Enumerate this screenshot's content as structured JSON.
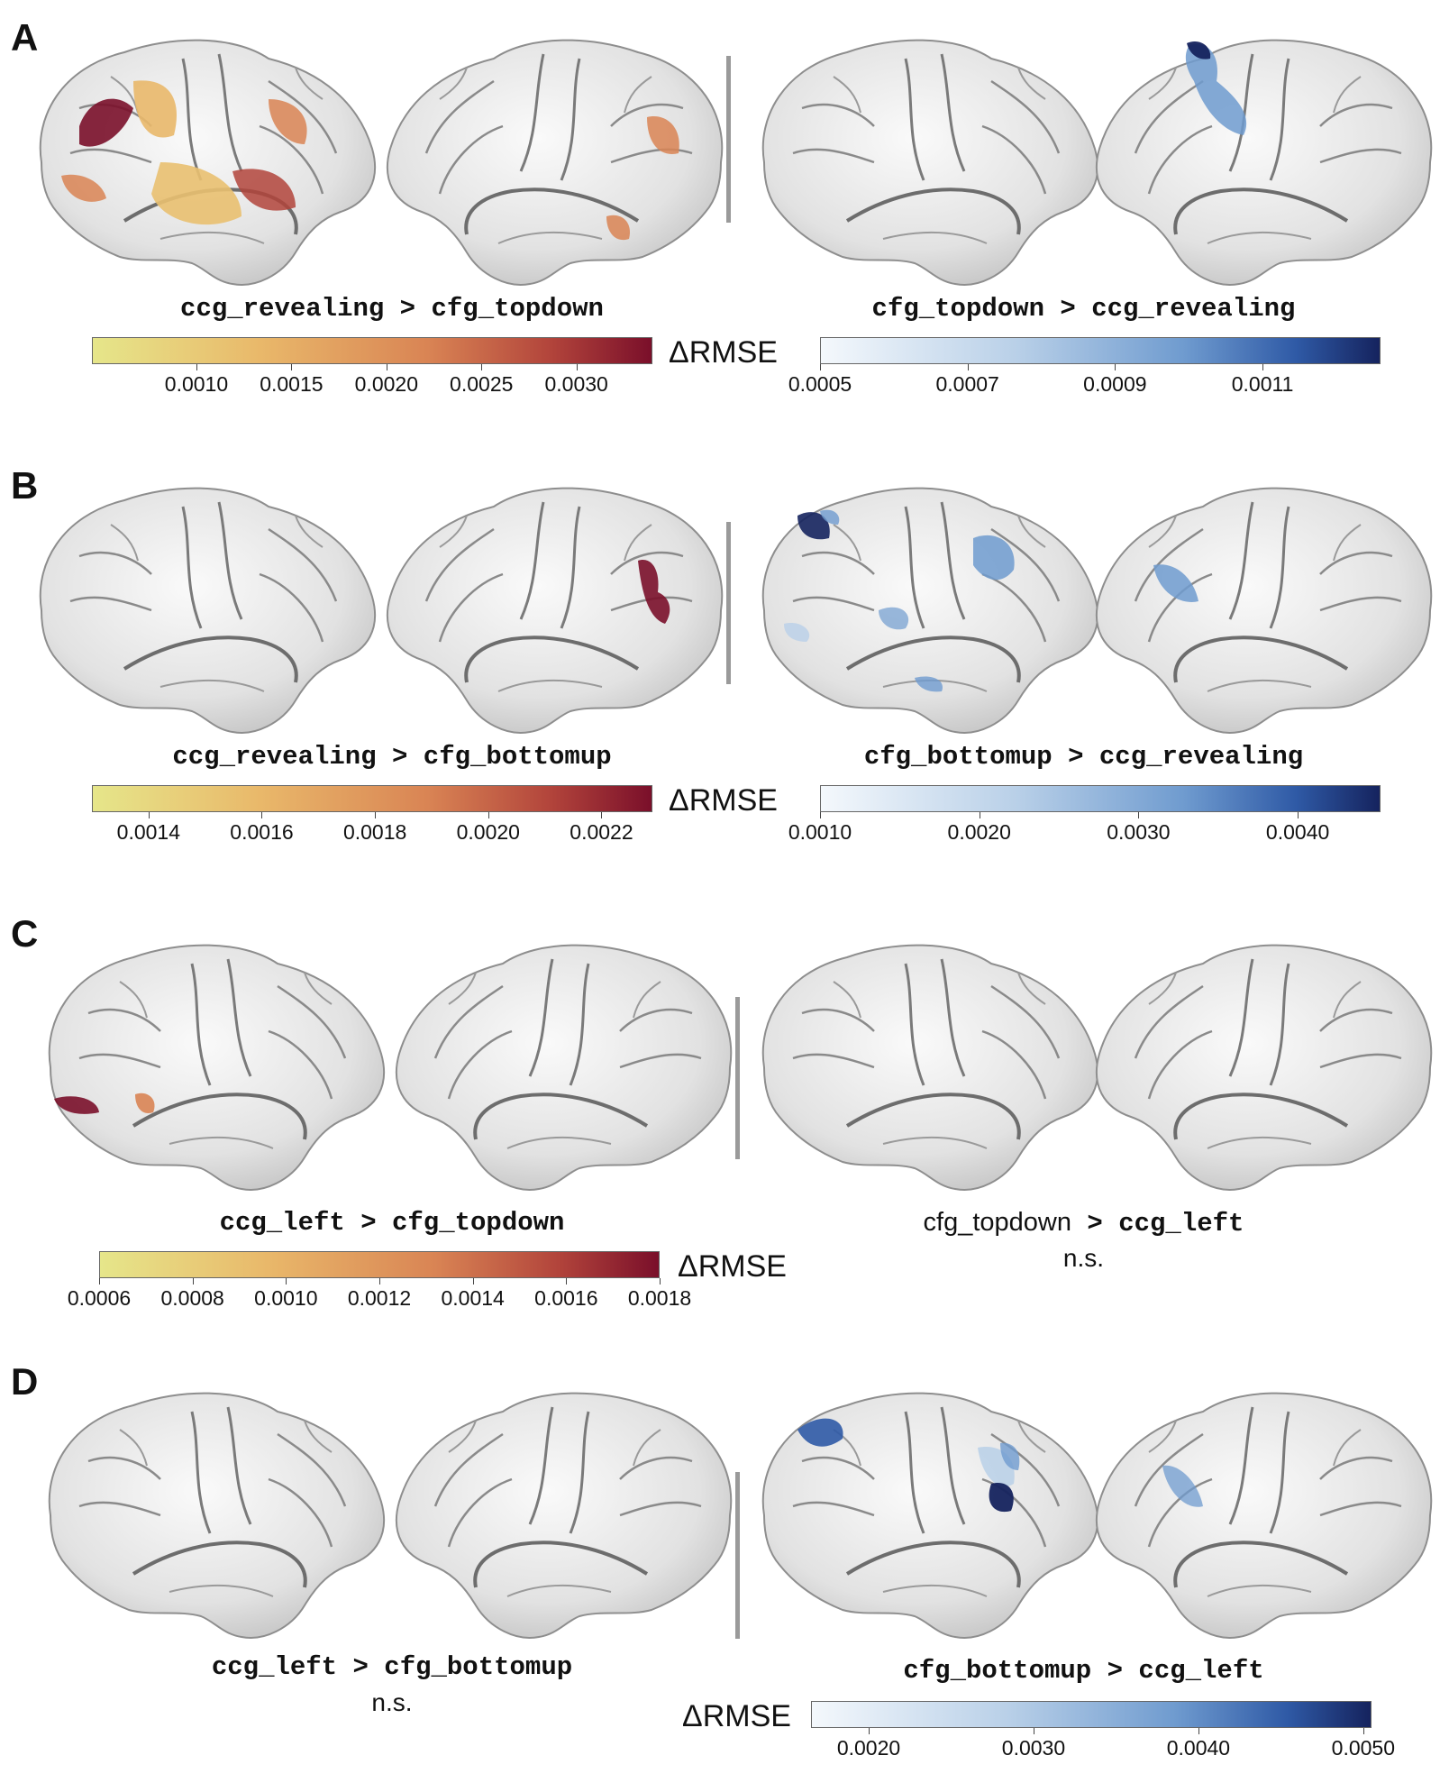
{
  "colors": {
    "warm": [
      "#e6e68a",
      "#e9b86a",
      "#d98454",
      "#b2443b",
      "#7a0f2a"
    ],
    "cool": [
      "#f4f8fc",
      "#b9d0e8",
      "#6f9bcf",
      "#2f5aa6",
      "#15235e"
    ],
    "divider": "#9a9a9a"
  },
  "units_label": "ΔRMSE",
  "panels": [
    {
      "label": "A",
      "left_title": "ccg_revealing > cfg_topdown",
      "right_title_a": "cfg_topdown",
      "right_title_b": " > ccg_revealing",
      "left_ticks": [
        "0.0010",
        "0.0015",
        "0.0020",
        "0.0025",
        "0.0030"
      ],
      "right_ticks": [
        "0.0005",
        "0.0007",
        "0.0009",
        "0.0011"
      ]
    },
    {
      "label": "B",
      "left_title": "ccg_revealing > cfg_bottomup",
      "right_title_a": "cfg_bottomup",
      "right_title_b": " > ccg_revealing",
      "left_ticks": [
        "0.0014",
        "0.0016",
        "0.0018",
        "0.0020",
        "0.0022"
      ],
      "right_ticks": [
        "0.0010",
        "0.0020",
        "0.0030",
        "0.0040"
      ]
    },
    {
      "label": "C",
      "left_title": "ccg_left > cfg_topdown",
      "right_title_a": "cfg_topdown",
      "right_title_b": " > ccg_left",
      "right_note": "n.s.",
      "left_ticks": [
        "0.0006",
        "0.0008",
        "0.0010",
        "0.0012",
        "0.0014",
        "0.0016",
        "0.0018"
      ]
    },
    {
      "label": "D",
      "left_title": "ccg_left > cfg_bottomup",
      "left_note": "n.s.",
      "right_title_a": "cfg_bottomup",
      "right_title_b": " > ccg_left",
      "right_ticks": [
        "0.0020",
        "0.0030",
        "0.0040",
        "0.0050"
      ]
    }
  ]
}
